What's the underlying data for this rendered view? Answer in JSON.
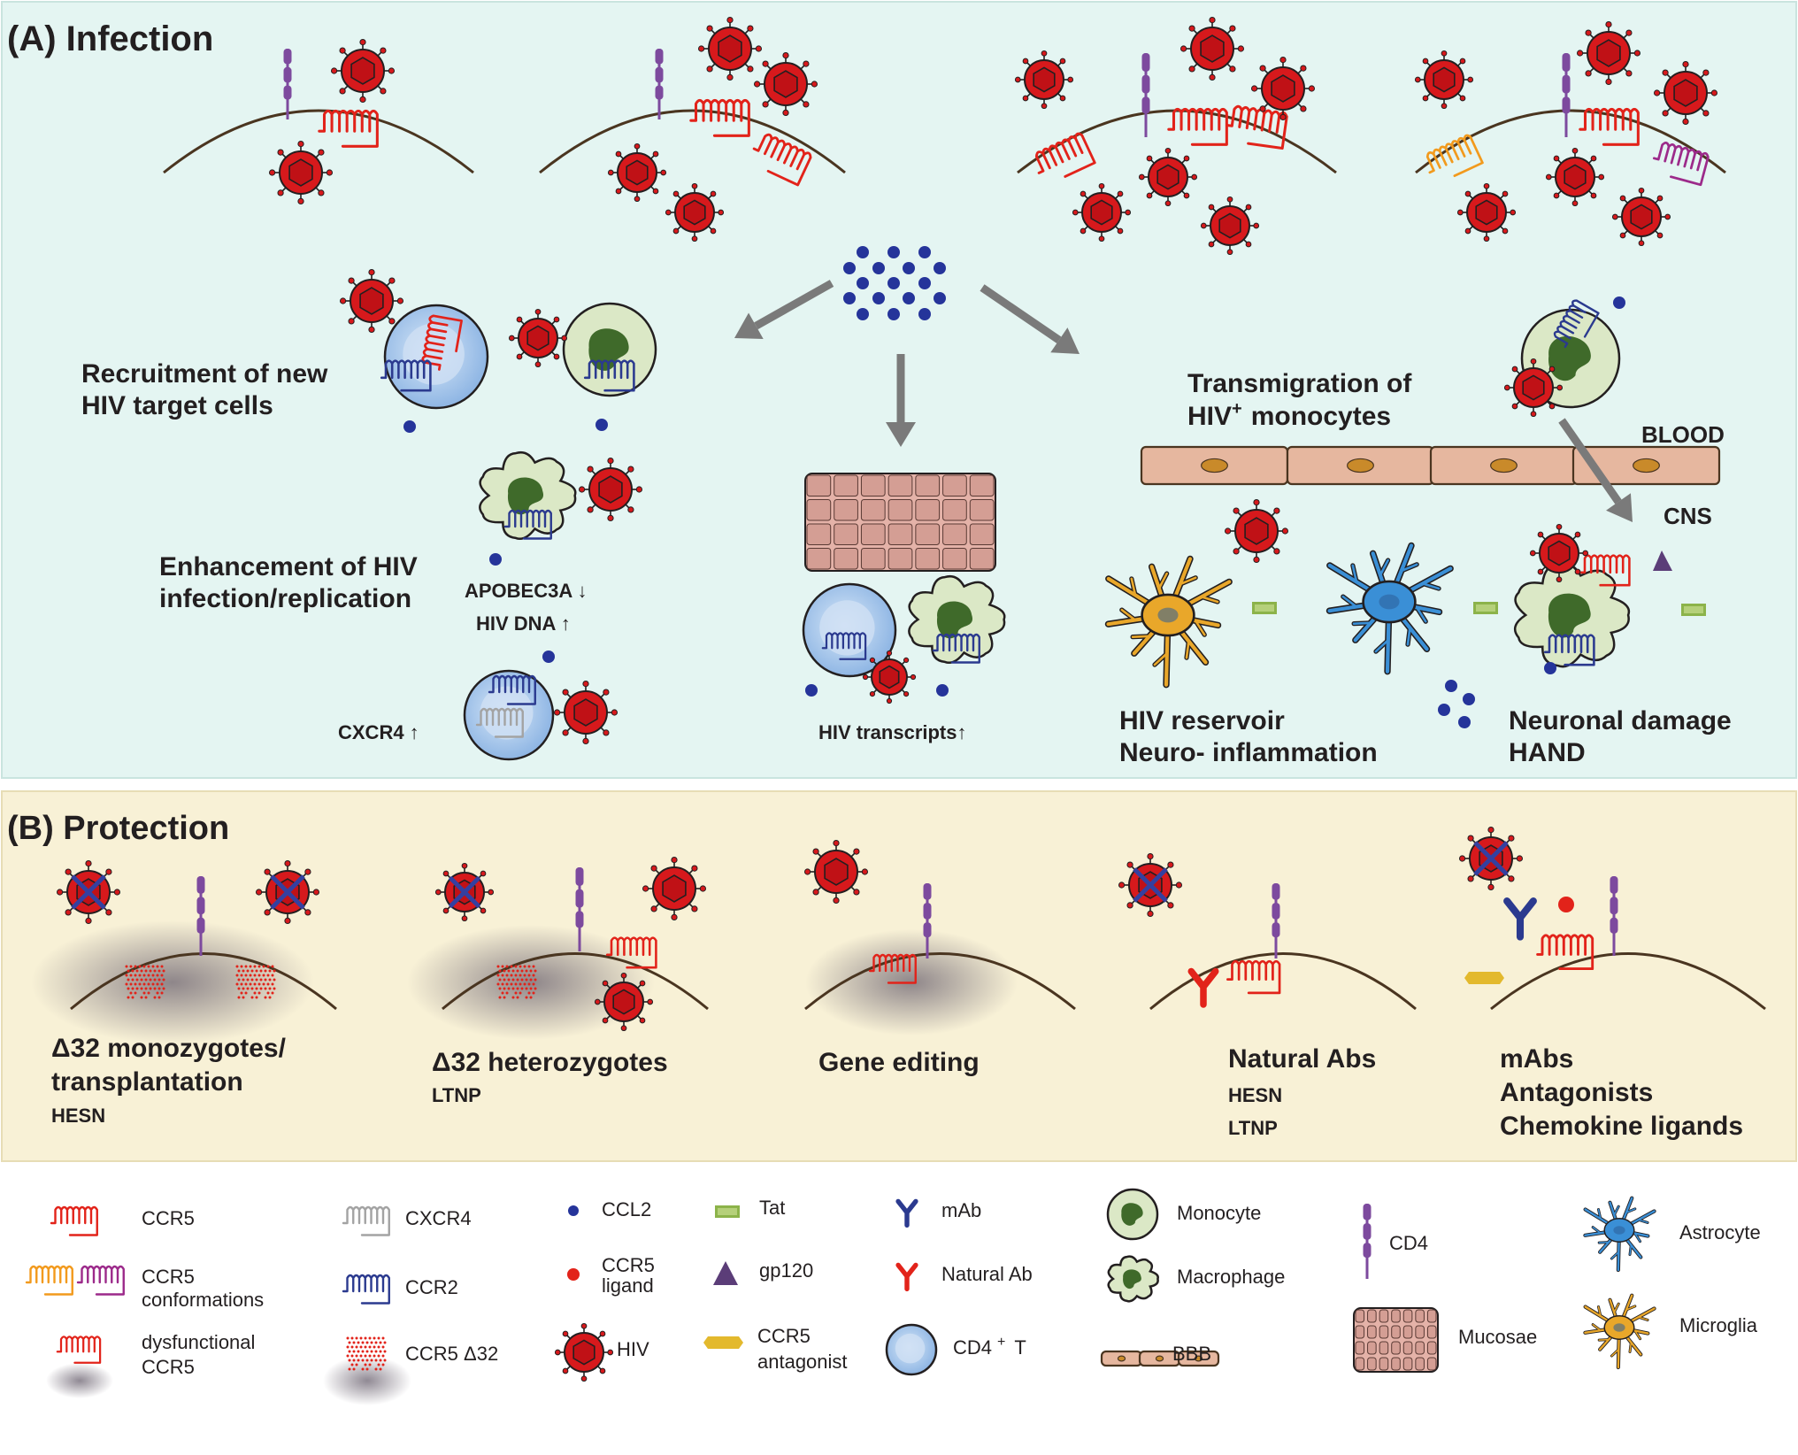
{
  "panel_a": {
    "title": "(A) Infection",
    "recruitment": [
      "Recruitment of new",
      "HIV target cells"
    ],
    "enhancement": [
      "Enhancement of HIV",
      "infection/replication"
    ],
    "apobec": "APOBEC3A ↓",
    "hiv_dna": "HIV DNA ↑",
    "cxcr4_up": "CXCR4 ↑",
    "transcripts": "HIV  transcripts↑",
    "transmigration": [
      "Transmigration of",
      "HIV",
      "+",
      "monocytes"
    ],
    "blood": "BLOOD",
    "cns": "CNS",
    "reservoir": [
      "HIV reservoir",
      "Neuro- inflammation"
    ],
    "damage": [
      "Neuronal damage",
      "HAND"
    ]
  },
  "panel_b": {
    "title": "(B) Protection",
    "homozygotes": [
      "Δ32 monozygotes/",
      "transplantation"
    ],
    "hesn1": "HESN",
    "heterozygotes": "Δ32 heterozygotes",
    "ltnp1": "LTNP",
    "gene_editing": "Gene editing",
    "natural_abs": "Natural Abs",
    "hesn2": "HESN",
    "ltnp2": "LTNP",
    "treatments": [
      "mAbs",
      "Antagonists",
      "Chemokine ligands"
    ]
  },
  "legend": {
    "ccr5": "CCR5",
    "ccr5_conf": [
      "CCR5",
      "conformations"
    ],
    "dysfunctional": [
      "dysfunctional",
      "CCR5"
    ],
    "cxcr4": "CXCR4",
    "ccr2": "CCR2",
    "ccr5d32": "CCR5 Δ32",
    "ccl2": "CCL2",
    "ccr5_ligand": [
      "CCR5",
      "ligand"
    ],
    "hiv": "HIV",
    "tat": "Tat",
    "gp120": "gp120",
    "antagonist": [
      "CCR5",
      "antagonist"
    ],
    "mab": "mAb",
    "natural_ab": "Natural Ab",
    "cd4t": [
      "CD4",
      "+",
      "T"
    ],
    "monocyte": "Monocyte",
    "macrophage": "Macrophage",
    "bbb": "BBB",
    "cd4": "CD4",
    "mucosae": "Mucosae",
    "astrocyte": "Astrocyte",
    "microglia": "Microglia"
  },
  "colors": {
    "panel_a_bg": "#e4f5f2",
    "panel_b_bg": "#f8f1d6",
    "hiv_red": "#d7191c",
    "ccr5_red": "#e2231a",
    "ccr2_blue": "#2b3a8f",
    "ccl2_blue": "#25349a",
    "cd4_purple": "#7d4a9e",
    "orange_ccr5": "#f29a1d",
    "magenta_ccr5": "#9c2a8a",
    "membrane": "#4a3520",
    "bbb": "#e6b79f",
    "cd4t_blue": "#9dc3ea",
    "monocyte": "#dbe8c6",
    "mono_nucleus": "#3f6a2a",
    "tat": "#8cb34a",
    "gp120": "#5b3d78",
    "antagonist": "#e3b92d",
    "astrocyte": "#3a8fd6",
    "microglia": "#e9a72a"
  },
  "icons": [
    "hiv-virion-icon",
    "ccr5-receptor-icon",
    "ccr2-receptor-icon",
    "cxcr4-receptor-icon",
    "cd4-receptor-icon",
    "monocyte-icon",
    "macrophage-icon",
    "cd4-t-cell-icon",
    "astrocyte-icon",
    "microglia-icon",
    "mucosae-icon",
    "bbb-icon",
    "tat-icon",
    "gp120-icon",
    "antibody-icon",
    "arrow-icon"
  ]
}
